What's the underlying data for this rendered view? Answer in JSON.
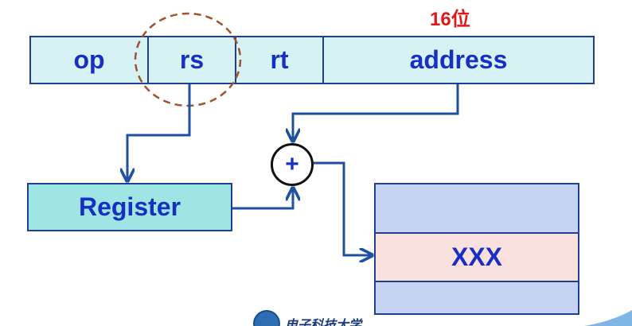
{
  "instruction": {
    "bits_label": "16位",
    "fields": {
      "op": "op",
      "rs": "rs",
      "rt": "rt",
      "address": "address"
    }
  },
  "register": {
    "label": "Register"
  },
  "adder": {
    "symbol": "+"
  },
  "memory": {
    "target_label": "XXX"
  },
  "logo": {
    "text": "电子科技大学"
  },
  "colors": {
    "field_fill": "#d7f2f4",
    "register_fill": "#9fe5e3",
    "memory_fill": "#c7d3f3",
    "memory_target_fill": "#fbe1de",
    "text_blue": "#1730c4",
    "border": "#1f3f8f",
    "arrow": "#1f4fa0",
    "highlight_ellipse": "#a0522d",
    "bits_label": "#e0181c"
  }
}
